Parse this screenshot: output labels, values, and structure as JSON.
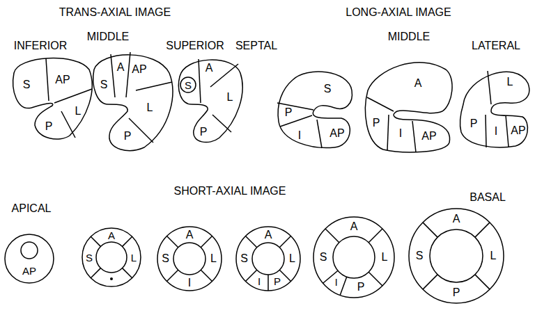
{
  "diagram": {
    "labels": [
      "TRANS-AXIAL IMAGE",
      "LONG-AXIAL IMAGE",
      "INFERIOR",
      "MIDDLE",
      "SUPERIOR",
      "SEPTAL",
      "MIDDLE",
      "LATERAL",
      "S",
      "AP",
      "P",
      "L",
      "S",
      "A",
      "AP",
      "L",
      "P",
      "S",
      "A",
      "L",
      "P",
      "P",
      "S",
      "I",
      "AP",
      "A",
      "P",
      "I",
      "AP",
      "L",
      "P",
      "I",
      "AP",
      "SHORT-AXIAL IMAGE",
      "APICAL",
      "BASAL",
      "AP",
      "A",
      "S",
      "L",
      "A",
      "S",
      "L",
      "I",
      "A",
      "S",
      "L",
      "I",
      "P",
      "A",
      "S",
      "L",
      "I",
      "P",
      "A",
      "S",
      "L",
      "P"
    ]
  }
}
